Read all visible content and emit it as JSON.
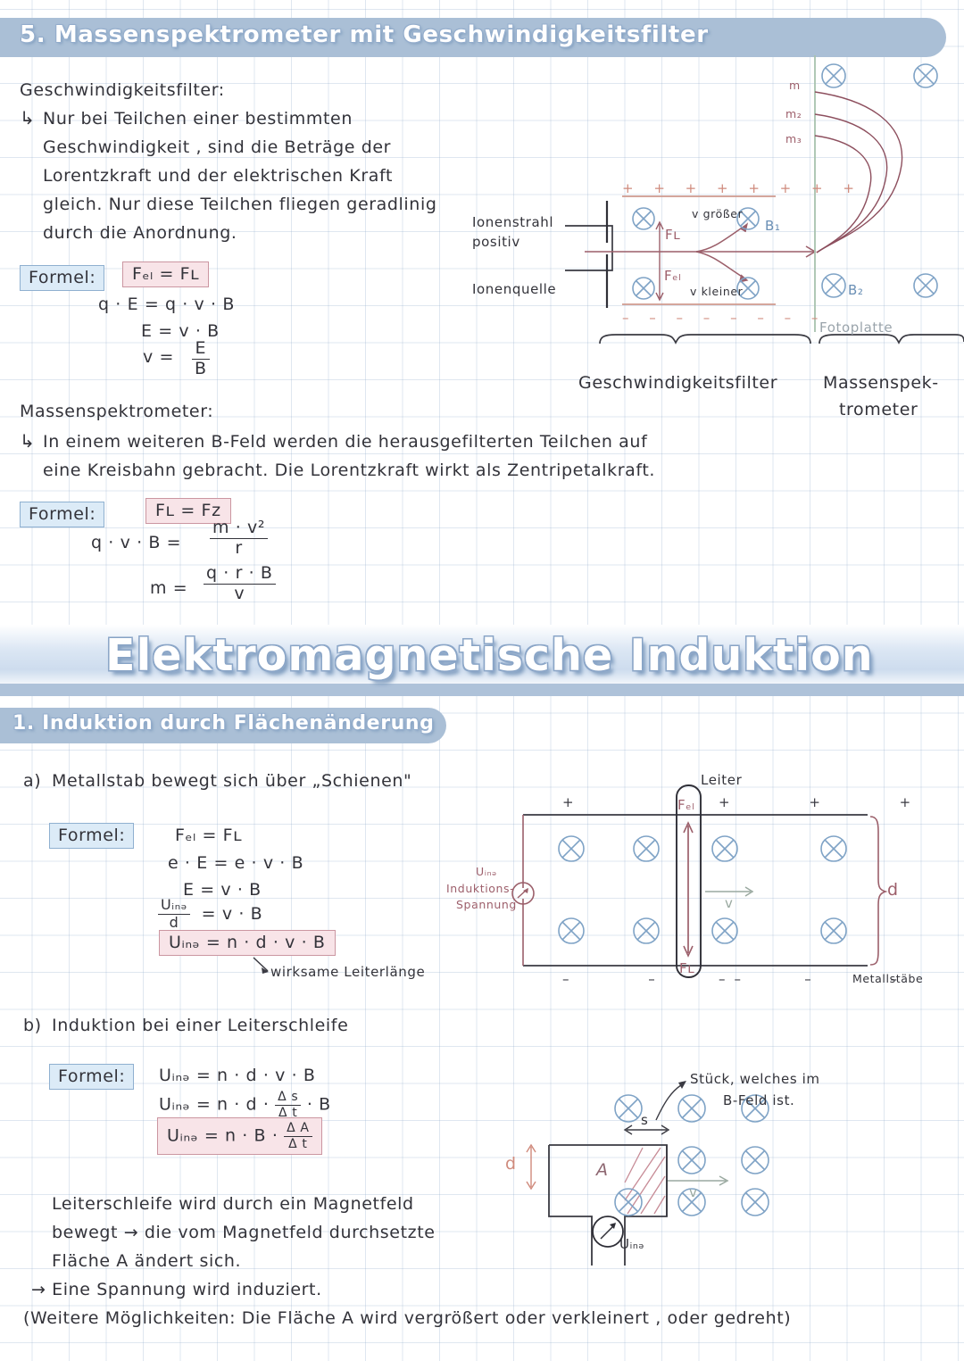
{
  "page": {
    "grid_color": "#96afcd",
    "banner_color": "#aabfd6",
    "ink_color": "#33333a",
    "red_ink": "#9d5f6b",
    "blue_ink": "#6a8fb5"
  },
  "top_section": {
    "heading": "5. Massenspektrometer mit Geschwindigkeitsfilter",
    "subheading": "Geschwindigkeitsfilter:",
    "bullet_arrow": "↳",
    "body_lines": [
      "Nur bei Teilchen einer bestimmten",
      "Geschwindigkeit , sind die Beträge der",
      "Lorentzkraft und der elektrischen Kraft",
      "gleich. Nur diese Teilchen fliegen geradlinig",
      "durch die Anordnung."
    ],
    "formula_label": "Formel:",
    "formula_boxed": "Fₑₗ  =  Fʟ",
    "formula_lines": [
      "q · E  =  q · v · B",
      "E  =  v · B"
    ],
    "formula_frac": {
      "lhs": "v  =",
      "num": "E",
      "den": "B"
    }
  },
  "filter_diagram": {
    "label_ionenstrahl_1": "Ionenstrahl",
    "label_ionenstrahl_2": "positiv",
    "label_ionenquelle": "Ionenquelle",
    "plus_row": "+  +  +  +  +  +  +  +",
    "minus_row": "–  –  –  –  –  –  –  –",
    "label_FL": "Fʟ",
    "label_Fel": "Fₑₗ",
    "label_v_groesser": "v größer",
    "label_v_kleiner": "v kleiner",
    "label_B1": "B₁",
    "label_B2": "B₂",
    "label_m": "m",
    "label_m2": "m₂",
    "label_m3": "m₃",
    "label_fotoplatte": "Fotoplatte",
    "brace_left_label": "Geschwindigkeitsfilter",
    "brace_right_label_1": "Massenspek-",
    "brace_right_label_2": "trometer"
  },
  "spectrometer_section": {
    "heading": "Massenspektrometer:",
    "bullet_arrow": "↳",
    "body_lines": [
      "In einem weiteren B-Feld werden die herausgefilterten Teilchen auf",
      "eine Kreisbahn gebracht. Die Lorentzkraft wirkt als Zentripetalkraft."
    ],
    "formula_label": "Formel:",
    "formula_boxed": "Fʟ   =   Fᴢ",
    "formula_1": {
      "lhs": "q · v · B  =",
      "num": "m · v²",
      "den": "r"
    },
    "formula_2": {
      "lhs": "m  =",
      "num": "q · r · B",
      "den": "v"
    }
  },
  "main_title": "Elektromagnetische Induktion",
  "section_1": {
    "heading": "1. Induktion durch Flächenänderung",
    "part_a": {
      "label": "a)",
      "text": "Metallstab bewegt sich über „Schienen\"",
      "formula_label": "Formel:",
      "lines": [
        "Fₑₗ  =  Fʟ",
        "e · E =  e · v · B",
        "E  =  v · B"
      ],
      "frac_line": {
        "num": "Uᵢₙₔ",
        "den": "d",
        "rhs": "=  v · B"
      },
      "boxed": "Uᵢₙₔ  =  n · d · v · B",
      "annotation": "wirksame  Leiterlänge"
    },
    "part_a_diagram": {
      "label_leiter": "Leiter",
      "label_uind_1": "Uᵢₙₔ",
      "label_uind_2": "Induktions-",
      "label_uind_3": "Spannung",
      "label_Fel": "Fₑₗ",
      "label_FL": "Fʟ",
      "label_v": "v",
      "label_d": "d",
      "label_metallstaebe": "Metallstäbe",
      "plus_signs": "+",
      "minus_signs": "–"
    },
    "part_b": {
      "label": "b)",
      "text": "Induktion bei einer Leiterschleife",
      "formula_label": "Formel:",
      "line_1": "Uᵢₙₔ  =   n · d · v · B",
      "line_2": {
        "lhs": "Uᵢₙₔ  =   n · d ·",
        "num": "Δ s",
        "den": "Δ t",
        "rhs": "· B"
      },
      "boxed": {
        "lhs": "Uᵢₙₔ  =   n ·  B ·",
        "num": "Δ A",
        "den": "Δ t"
      }
    },
    "part_b_diagram": {
      "label_stueck_1": "Stück, welches im",
      "label_stueck_2": "B-Feld ist.",
      "label_s": "s",
      "label_A": "A",
      "label_d": "d",
      "label_v": "v",
      "label_uind": "Uᵢₙₔ"
    },
    "closing_lines": [
      "Leiterschleife wird durch ein Magnetfeld",
      "bewegt → die vom Magnetfeld durchsetzte",
      "Fläche A ändert sich.",
      "→ Eine Spannung wird induziert.",
      "(Weitere Möglichkeiten: Die Fläche A wird vergrößert oder verkleinert , oder gedreht)"
    ]
  }
}
